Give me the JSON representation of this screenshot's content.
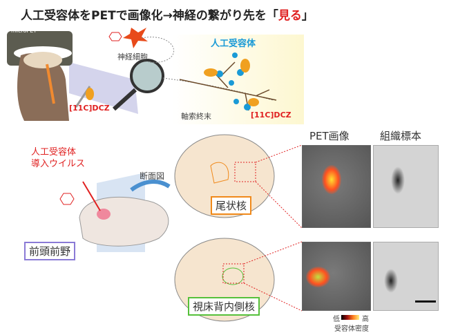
{
  "title": {
    "main": "人工受容体をPETで画像化→神経の繋がり先を「",
    "highlight": "見る",
    "close": "」"
  },
  "top": {
    "scanner": "microPET",
    "neuron": "神経細胞",
    "receptor": "人工受容体",
    "ligand_left": "[11C]DCZ",
    "ligand_right": "[11C]DCZ",
    "axon": "軸索終末"
  },
  "bottom": {
    "virus": "人工受容体",
    "virus2": "導入ウイルス",
    "section": "断面図",
    "pfc": "前頭前野",
    "caudate": "尾状核",
    "md": "視床背内側核",
    "pet_header": "PET画像",
    "hist_header": "組織標本",
    "legend_low": "低",
    "legend_high": "高",
    "legend_label": "受容体密度"
  },
  "colors": {
    "red": "#e02020",
    "blue": "#1a9ad6",
    "orange": "#f0891a",
    "purple": "#8a7ad6",
    "green": "#55c03a"
  }
}
